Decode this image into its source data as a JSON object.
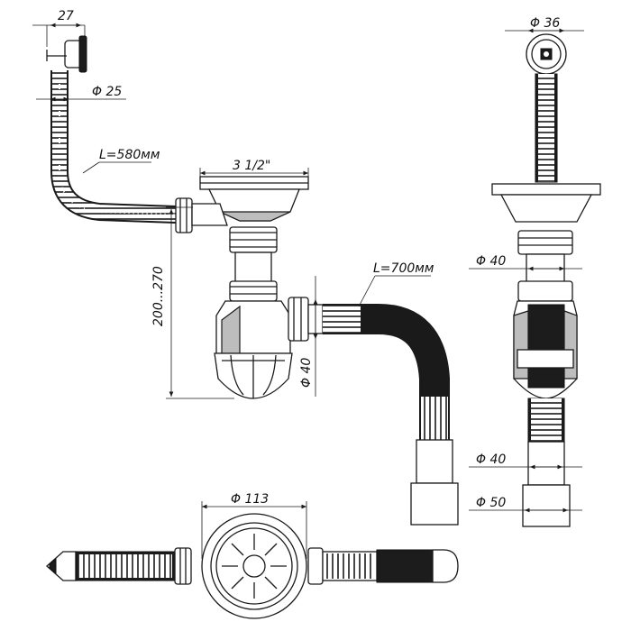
{
  "labels": {
    "overflow_width": "27",
    "overflow_hose_diameter": "Φ 25",
    "overflow_hose_length": "L=580мм",
    "outlet_size": "3 1/2\"",
    "height_range": "200...270",
    "drain_hose_length": "L=700мм",
    "side_branch_diameter": "Φ 40",
    "grate_diameter": "Φ 36",
    "trap_diameter": "Φ 40",
    "hose_end_diameter": "Φ 40",
    "outlet_pipe_diameter": "Φ 50",
    "bowl_diameter": "Φ 113"
  },
  "colors": {
    "line": "#1a1a1a",
    "hose_fill": "#1c1c1c",
    "shade": "#bdbdbd",
    "background": "#ffffff"
  }
}
